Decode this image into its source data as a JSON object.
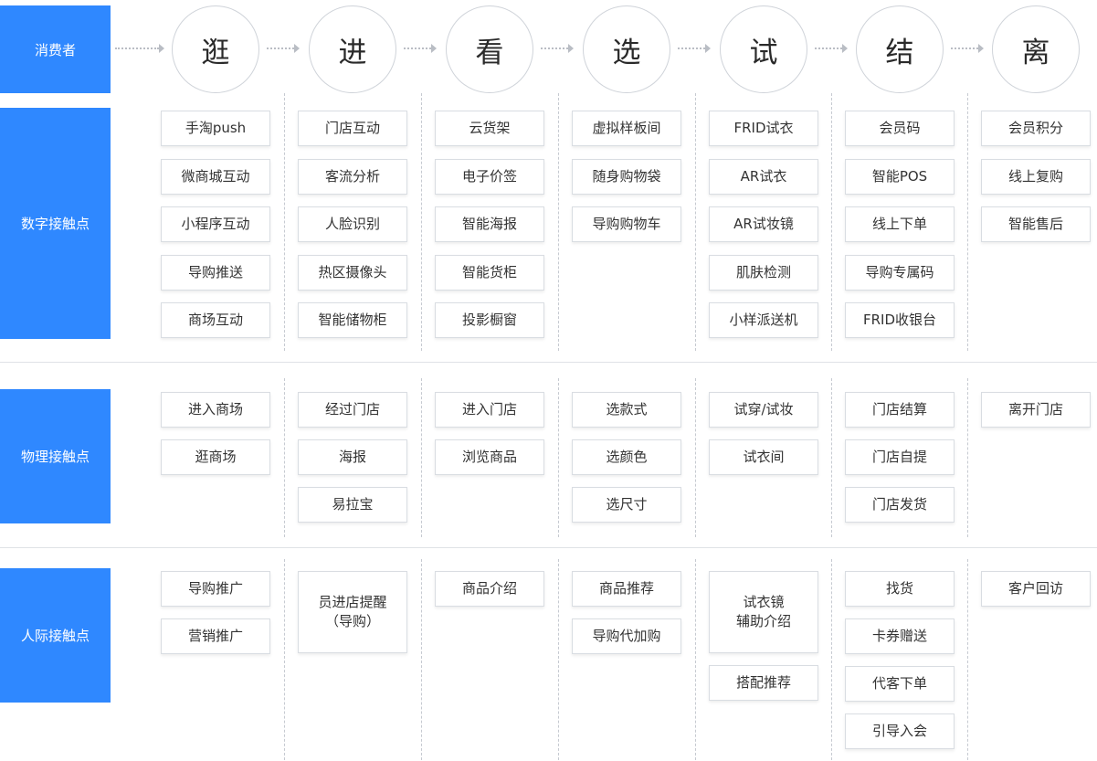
{
  "row_labels": {
    "consumer": "消费者",
    "digital": "数字接触点",
    "physical": "物理接触点",
    "interpersonal": "人际接触点"
  },
  "stages": [
    "逛",
    "进",
    "看",
    "选",
    "试",
    "结",
    "离"
  ],
  "digital": [
    [
      "手淘push",
      "微商城互动",
      "小程序互动",
      "导购推送",
      "商场互动"
    ],
    [
      "门店互动",
      "客流分析",
      "人脸识别",
      "热区摄像头",
      "智能储物柜"
    ],
    [
      "云货架",
      "电子价签",
      "智能海报",
      "智能货柜",
      "投影橱窗"
    ],
    [
      "虚拟样板间",
      "随身购物袋",
      "导购购物车"
    ],
    [
      "FRID试衣",
      "AR试衣",
      "AR试妆镜",
      "肌肤检测",
      "小样派送机"
    ],
    [
      "会员码",
      "智能POS",
      "线上下单",
      "导购专属码",
      "FRID收银台"
    ],
    [
      "会员积分",
      "线上复购",
      "智能售后"
    ]
  ],
  "physical": [
    [
      "进入商场",
      "逛商场"
    ],
    [
      "经过门店",
      "海报",
      "易拉宝"
    ],
    [
      "进入门店",
      "浏览商品"
    ],
    [
      "选款式",
      "选颜色",
      "选尺寸"
    ],
    [
      "试穿/试妆",
      "试衣间"
    ],
    [
      "门店结算",
      "门店自提",
      "门店发货"
    ],
    [
      "离开门店"
    ]
  ],
  "interpersonal": [
    [
      "导购推广",
      "营销推广"
    ],
    [
      "员进店提醒\n（导购）"
    ],
    [
      "商品介绍"
    ],
    [
      "商品推荐",
      "导购代加购"
    ],
    [
      "试衣镜\n辅助介绍",
      "搭配推荐"
    ],
    [
      "找货",
      "卡券赠送",
      "代客下单",
      "引导入会"
    ],
    [
      "客户回访"
    ]
  ]
}
